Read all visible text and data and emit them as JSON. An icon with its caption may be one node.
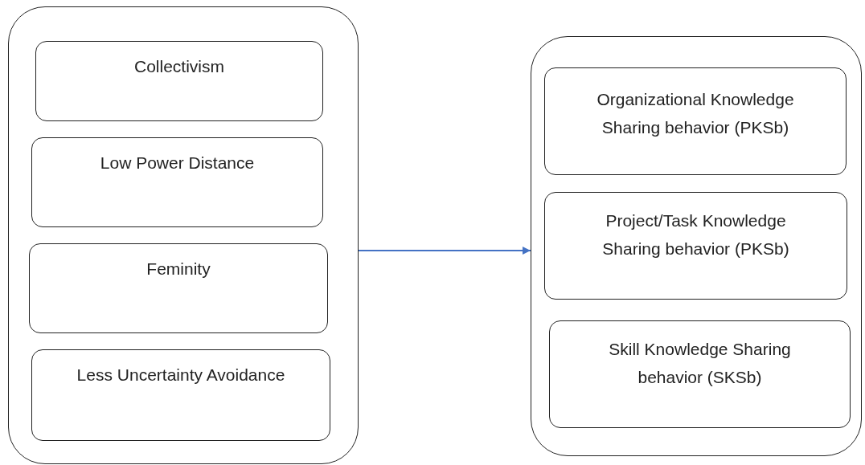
{
  "diagram": {
    "nodes": [
      {
        "text": [],
        "shape": "box"
      },
      {
        "text": [
          "Collectivism"
        ],
        "in": 0
      },
      {
        "text": [
          "Low Power Distance"
        ],
        "in": 0
      },
      {
        "text": [
          "Feminity"
        ],
        "in": 0
      },
      {
        "text": [
          "Less Uncertainty Avoidance"
        ],
        "in": 0
      },
      {
        "text": [],
        "shape": "box"
      },
      {
        "text": [
          "Organizational Knowledge Sharing behavior (PKSb)"
        ],
        "in": 5
      },
      {
        "text": [
          "Project/Task Knowledge Sharing behavior (PKSb)"
        ],
        "in": 5
      },
      {
        "text": [
          "Skill Knowledge Sharing behavior (SKSb)"
        ],
        "in": 5
      }
    ],
    "edges": [
      {
        "from": 0,
        "to": 5,
        "arrow": "to",
        "color": "#4472c4"
      }
    ]
  }
}
